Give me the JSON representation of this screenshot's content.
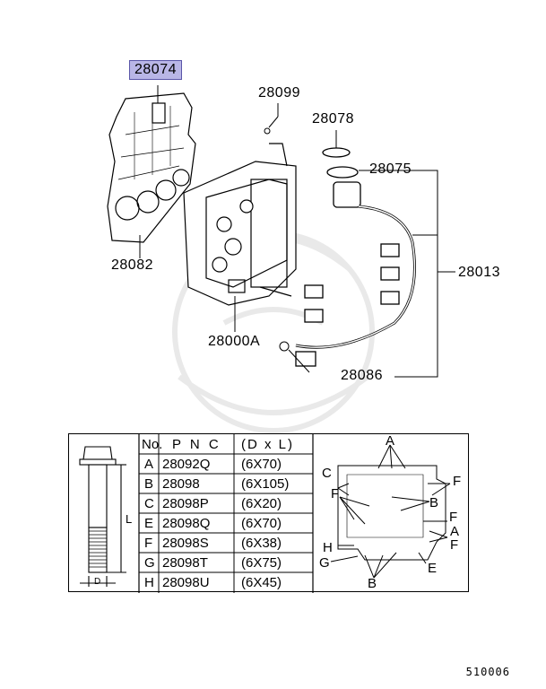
{
  "parts": {
    "p28074": "28074",
    "p28099": "28099",
    "p28078": "28078",
    "p28075": "28075",
    "p28082": "28082",
    "p28013": "28013",
    "p28000a": "28000A",
    "p28086": "28086"
  },
  "table": {
    "headers": {
      "no": "No.",
      "pnc": "P N C",
      "dl": "(D x L)"
    },
    "rows": [
      {
        "no": "A",
        "pnc": "28092Q",
        "dl": "(6X70)"
      },
      {
        "no": "B",
        "pnc": "28098",
        "dl": "(6X105)"
      },
      {
        "no": "C",
        "pnc": "28098P",
        "dl": "(6X20)"
      },
      {
        "no": "E",
        "pnc": "28098Q",
        "dl": "(6X70)"
      },
      {
        "no": "F",
        "pnc": "28098S",
        "dl": "(6X38)"
      },
      {
        "no": "G",
        "pnc": "28098T",
        "dl": "(6X75)"
      },
      {
        "no": "H",
        "pnc": "28098U",
        "dl": "(6X45)"
      }
    ],
    "bolt_dims": {
      "length": "L",
      "diameter": "D"
    },
    "location_letters": {
      "a_top": "A",
      "c": "C",
      "f_left": "F",
      "f_right_top": "F",
      "b_mid": "B",
      "f_right_mid": "F",
      "a_right": "A",
      "f_right_low": "F",
      "h": "H",
      "g": "G",
      "e": "E",
      "b_bottom": "B"
    }
  },
  "footer_code": "510006",
  "colors": {
    "highlight": "#b9b6e6",
    "line": "#000000",
    "watermark": "#ececec"
  }
}
